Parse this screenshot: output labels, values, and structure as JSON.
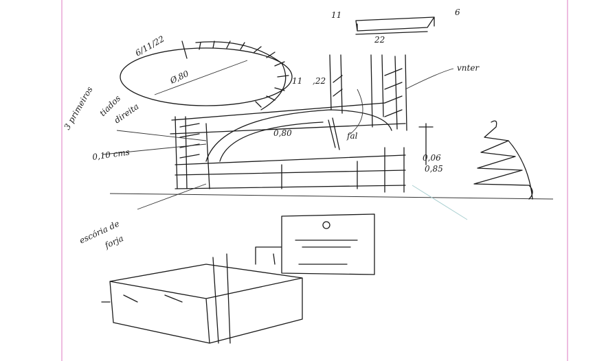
{
  "sketch": {
    "date": "6/11/22",
    "oven_diameter": "Ø,80",
    "note_first_rows": [
      "3 primeiros",
      "tiados",
      "direita"
    ],
    "wall_thickness": "0,10 cms",
    "brick_dim_section": [
      "11",
      ",22"
    ],
    "dome_height": "0,80",
    "fire_label": "fal",
    "chimney_label": "vnter",
    "slab_thickness": "0,06",
    "base_height": "0,85",
    "insulation_note": [
      "escória de",
      "forja"
    ],
    "brick_detail": {
      "width": "11",
      "length": "22",
      "height": "6"
    }
  },
  "colors": {
    "margin": "#e8a6d6",
    "ink": "#1a1a1a",
    "smudge": "#a9cfd0"
  }
}
